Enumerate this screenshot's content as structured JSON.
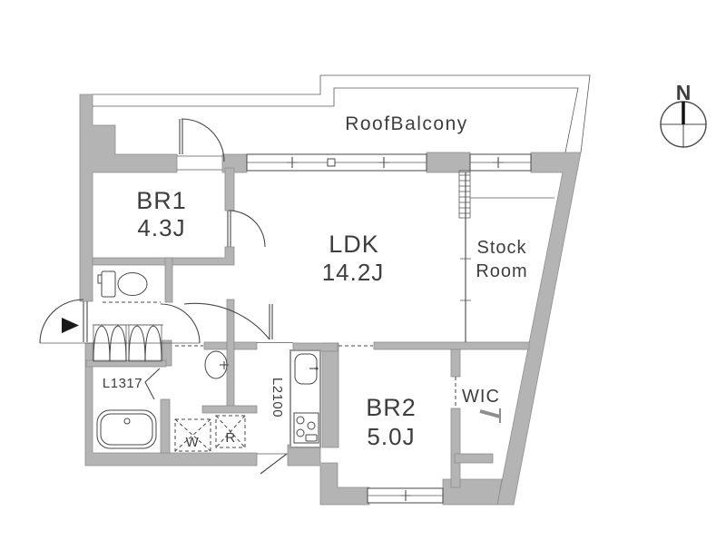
{
  "colors": {
    "wall": "#b4b4b4",
    "line": "#474747",
    "text": "#3e3e3e",
    "marker_black": "#1a1a1a"
  },
  "compass": {
    "north_label": "N"
  },
  "balcony": {
    "label": "RoofBalcony"
  },
  "rooms": {
    "br1": {
      "name": "BR1",
      "area": "4.3J"
    },
    "ldk": {
      "name": "LDK",
      "area": "14.2J"
    },
    "stock_room": {
      "name_line1": "Stock",
      "name_line2": "Room"
    },
    "br2": {
      "name": "BR2",
      "area": "5.0J"
    },
    "wic": {
      "name": "WIC"
    }
  },
  "fixtures": {
    "bathtub_label": "L1317",
    "kitchen_label": "L2100",
    "washer_label": "W",
    "refrigerator_label": "R"
  }
}
